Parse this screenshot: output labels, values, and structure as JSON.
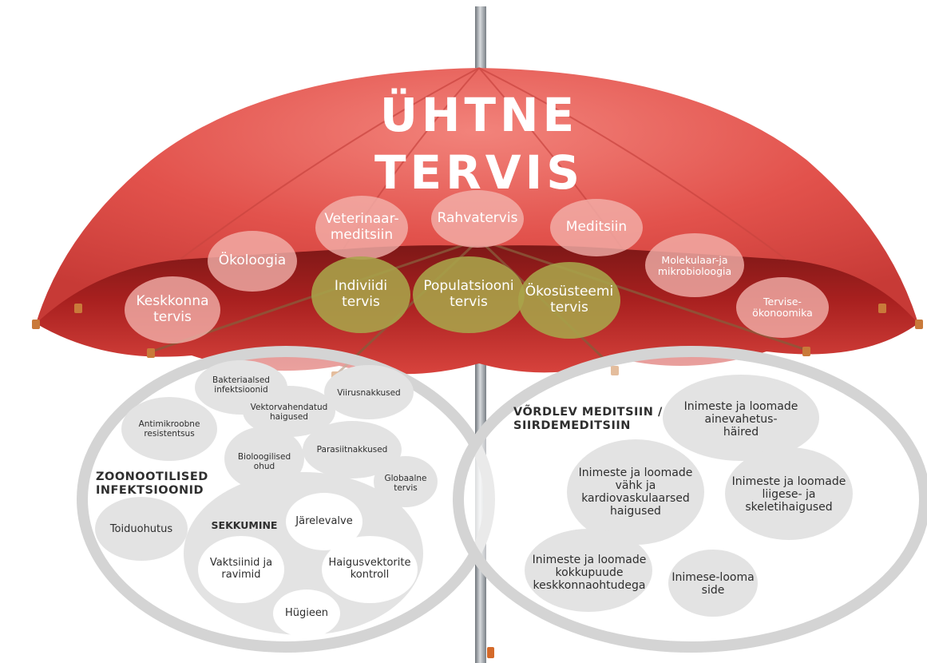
{
  "title": "ÜHTNE\nTERVIS",
  "colors": {
    "umbrella": "#e2524c",
    "umbrella_dark": "#a8201f",
    "canopy_bubble": "#f4b3ad",
    "core_bubble": "#a9a44a",
    "zone_ring": "#d4d4d4",
    "zone_bubble": "#e3e3e3",
    "shaft": "#9ea3a8"
  },
  "umbrella_disciplines": [
    {
      "id": "keskkonna",
      "label": "Keskkonna\ntervis"
    },
    {
      "id": "okoloogia",
      "label": "Ökoloogia"
    },
    {
      "id": "veterinaar",
      "label": "Veterinaar-\nmeditsiin"
    },
    {
      "id": "rahvatervis",
      "label": "Rahvatervis"
    },
    {
      "id": "meditsiin",
      "label": "Meditsiin"
    },
    {
      "id": "molekulaar",
      "label": "Molekulaar-ja\nmikrobioloogia"
    },
    {
      "id": "tervisemajandus",
      "label": "Tervise-\nökonoomika"
    }
  ],
  "health_levels": [
    {
      "id": "indiviid",
      "label": "Indiviidi\ntervis"
    },
    {
      "id": "populatsioon",
      "label": "Populatsiooni\ntervis"
    },
    {
      "id": "okosusteem",
      "label": "Ökosüsteemi\ntervis"
    }
  ],
  "zoonotic": {
    "heading": "ZOONOOTILISED\nINFEKTSIOONID",
    "topics": [
      {
        "id": "bakteriaalsed",
        "label": "Bakteriaalsed\ninfektsioonid"
      },
      {
        "id": "vektor",
        "label": "Vektorvahendatud\nhaigused"
      },
      {
        "id": "viirus",
        "label": "Viirusnakkused"
      },
      {
        "id": "antimikroobne",
        "label": "Antimikroobne\nresistentsus"
      },
      {
        "id": "bioloogilised",
        "label": "Bioloogilised\nohud"
      },
      {
        "id": "parasiit",
        "label": "Parasiitnakkused"
      },
      {
        "id": "globaalne",
        "label": "Globaalne\ntervis"
      },
      {
        "id": "toiduohutus",
        "label": "Toiduohutus"
      }
    ],
    "intervention": {
      "heading": "SEKKUMINE",
      "items": [
        {
          "id": "jarelevalve",
          "label": "Järelevalve"
        },
        {
          "id": "vaktsiinid",
          "label": "Vaktsiinid ja\nravimid"
        },
        {
          "id": "haigusvektor",
          "label": "Haigusvektorite\nkontroll"
        },
        {
          "id": "hugieen",
          "label": "Hügieen"
        }
      ]
    }
  },
  "comparative": {
    "heading": "VÕRDLEV MEDITSIIN /\nSIIRDEMEDITSIIN",
    "topics": [
      {
        "id": "ainevahetus",
        "label": "Inimeste ja loomade\nainevahetus-\nhäired"
      },
      {
        "id": "vahk",
        "label": "Inimeste ja loomade\nvähk ja\nkardiovaskulaarsed\nhaigused"
      },
      {
        "id": "liigese",
        "label": "Inimeste ja loomade\nliigese- ja\nskeletihaigused"
      },
      {
        "id": "kokkupuude",
        "label": "Inimeste ja loomade\nkokkupuude\nkeskkonnaohtudega"
      },
      {
        "id": "side",
        "label": "Inimese-looma\nside"
      }
    ]
  }
}
